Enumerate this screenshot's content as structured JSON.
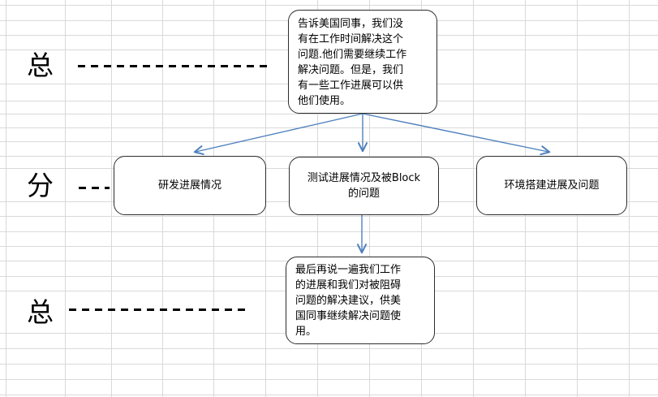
{
  "colors": {
    "background": "#ffffff",
    "grid_line": "#d9d9d9",
    "box_border": "#2d2d2d",
    "arrow": "#4f81bd",
    "dash": "#000000",
    "text": "#000000"
  },
  "side_labels": {
    "top": {
      "text": "总"
    },
    "middle": {
      "text": "分"
    },
    "bottom": {
      "text": "总"
    }
  },
  "nodes": {
    "top": {
      "text": "告诉美国同事，我们没\n有在工作时间解决这个\n问题.他们需要继续工作\n解决问题。但是，我们\n有一些工作进展可以供\n他们使用。"
    },
    "left": {
      "text": "研发进展情况"
    },
    "middle": {
      "text": "测试进展情况及被Block\n的问题"
    },
    "right": {
      "text": "环境搭建进展及问题"
    },
    "bottom": {
      "text": "最后再说一遍我们工作\n的进展和我们对被阻碍\n问题的解决建议，供美\n国同事继续解决问题使\n用。"
    }
  },
  "edges": [
    {
      "from": "top",
      "to": "left"
    },
    {
      "from": "top",
      "to": "middle"
    },
    {
      "from": "top",
      "to": "right"
    },
    {
      "from": "middle",
      "to": "bottom"
    }
  ]
}
